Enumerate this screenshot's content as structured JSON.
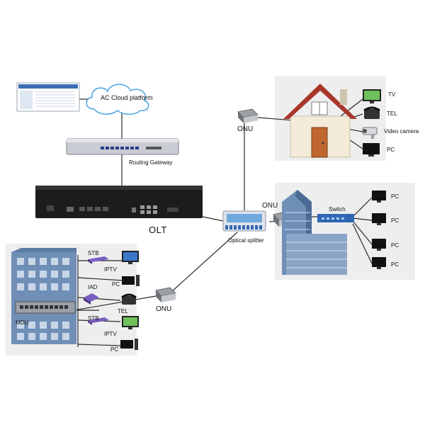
{
  "labels": {
    "cloud": "AC Cloud platform",
    "routing_gateway": "Routing Gateway",
    "olt": "OLT",
    "optical_splitter": "Optical splitter",
    "onu_top": "ONU",
    "onu_mid": "ONU",
    "onu_bottom": "ONU",
    "tv": "TV",
    "tel_house": "TEL",
    "video_camera": "Video camera",
    "pc_house": "PC",
    "switch": "Switch",
    "pc_office_1": "PC",
    "pc_office_2": "PC",
    "pc_office_3": "PC",
    "pc_office_4": "PC",
    "stb_top": "STB",
    "iptv_top": "IPTV",
    "pc_mdu_top": "PC",
    "iad": "IAD",
    "tel_mdu": "TEL",
    "mdu": "MDU",
    "stb_bottom": "STB",
    "iptv_bottom": "IPTV",
    "pc_mdu_bottom": "PC"
  },
  "colors": {
    "line": "#2b2b2b",
    "panel_bg": "#eeeeee",
    "device_dark": "#1c1c1c",
    "device_silver": "#c9ccd2",
    "roof": "#a8362a",
    "wall": "#f3ead8",
    "door": "#c0672f",
    "building_blue": "#6f8fb7",
    "screen_blue": "#3a78c9",
    "switch_blue": "#2f67b3",
    "cloud_blue": "#4ba3de"
  }
}
